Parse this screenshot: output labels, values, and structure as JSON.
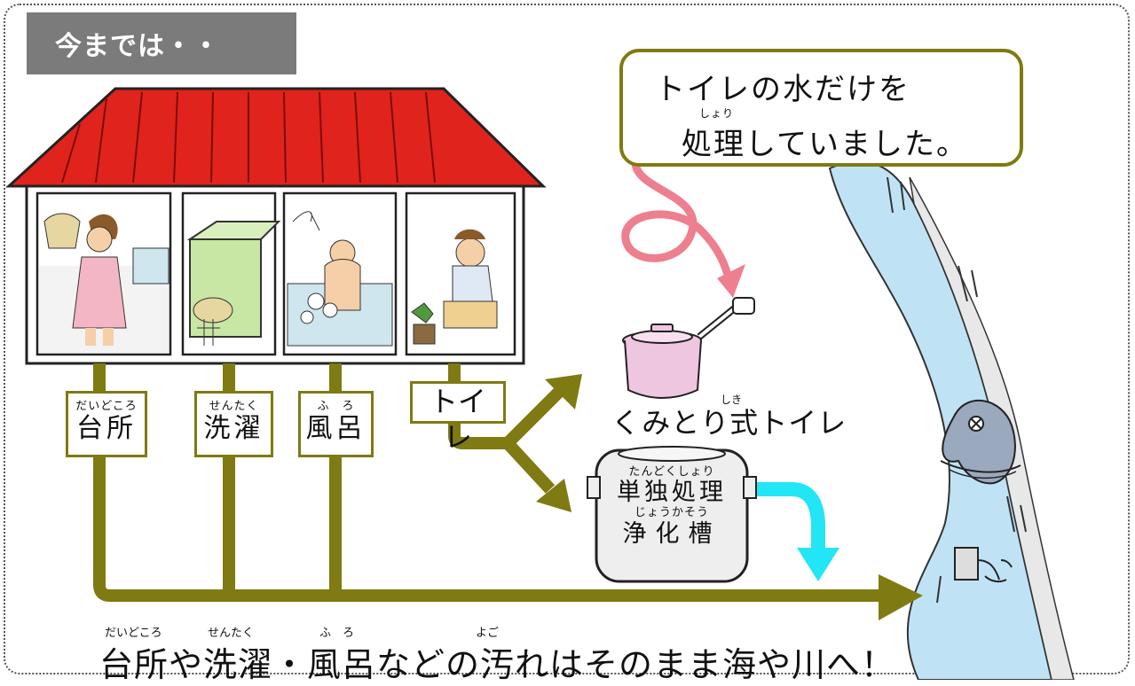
{
  "title": "今までは・・",
  "bubble": {
    "line1": "トイレの水だけを",
    "ruby": "しょり",
    "line2": "処理していました。"
  },
  "sources": {
    "kitchen": {
      "ruby": "だいどころ",
      "label": "台所"
    },
    "laundry": {
      "ruby": "せんたく",
      "label": "洗濯"
    },
    "bath": {
      "ruby": "ふ　ろ",
      "label": "風呂"
    },
    "toilet": {
      "label": "トイレ"
    }
  },
  "kumitori": {
    "ruby": "しき",
    "label": "くみとり式トイレ"
  },
  "tank": {
    "ruby1": "たんどくしょり",
    "label1": "単独処理",
    "ruby2": "じょうかそう",
    "label2": "浄化槽"
  },
  "bottom": {
    "ruby_kitchen": "だいどころ",
    "ruby_laundry": "せんたく",
    "ruby_bath": "ふ　ろ",
    "ruby_dirt": "よご",
    "text": "台所や洗濯・風呂などの汚れはそのまま海や川へ！"
  },
  "colors": {
    "pipe": "#7f7a12",
    "roof": "#e0231c",
    "arrow_pink": "#ee7f8f",
    "arrow_cyan": "#22e6f5",
    "river": "#bfe3f5",
    "title_bg": "#7b7b7b"
  }
}
